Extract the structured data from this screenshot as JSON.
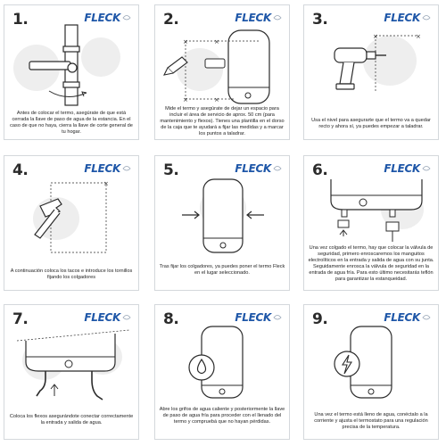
{
  "brand": "FLECK",
  "steps": [
    {
      "number": "1.",
      "caption": "Antes de colocar el termo, asegúrate de que está cerrada la llave de paso de agua de la estancia. En el caso de que no haya, cierra la llave de corte general de tu hogar."
    },
    {
      "number": "2.",
      "caption": "Mide el termo y asegúrate de dejar un espacio para incluir el área de servicio de aprox. 50 cm (para mantenimiento y flexos). Tienes una plantilla en el dorso de la caja que te ayudará a fijar las medidas y a marcar los puntos a taladrar."
    },
    {
      "number": "3.",
      "caption": "Usa el nivel para asegurarte que el termo va a quedar recto y ahora sí, ya puedes empezar a taladrar."
    },
    {
      "number": "4.",
      "caption": "A continuación coloca los tacos e introduce los tornillos fijando los colgadores"
    },
    {
      "number": "5.",
      "caption": "Tras fijar los colgadores, ya puedes poner el termo Fleck en el lugar seleccionado."
    },
    {
      "number": "6.",
      "caption": "Una vez colgado el termo, hay que colocar la válvula de seguridad, primero enroscaremos los manguitos electrolíticos en la entrada y salida de agua con su junta. Seguidamente enrosca la válvula de seguridad en la entrada de agua fría. Para esto último necesitarás teflón para garantizar la estanqueidad."
    },
    {
      "number": "7.",
      "caption": "Coloca los flexos asegurándote conectar correctamente la entrada y salida de agua."
    },
    {
      "number": "8.",
      "caption": "Abre los grifos de agua caliente y posteriormente la llave de paso de agua fría para proceder con el llenado del termo y compruebá que no hayan pérdidas."
    },
    {
      "number": "9.",
      "caption": "Una vez el termo está lleno de agua, conéctalo a la corriente y ajusta el termostato para una regulación precisa de la temperatura."
    }
  ],
  "colors": {
    "brand": "#1f57a8",
    "border": "#d4d8dc",
    "blob": "#eeeeee",
    "ink": "#2b2b2b"
  }
}
